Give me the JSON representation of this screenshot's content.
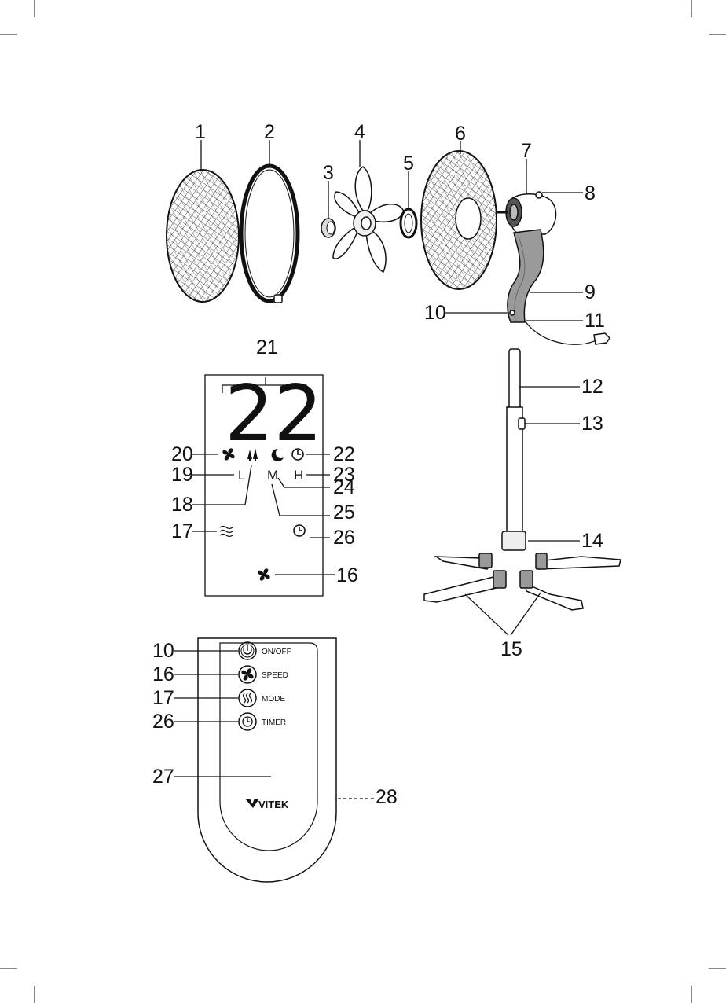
{
  "callouts": {
    "c1": "1",
    "c2": "2",
    "c3": "3",
    "c4": "4",
    "c5": "5",
    "c6": "6",
    "c7": "7",
    "c8": "8",
    "c9": "9",
    "c10": "10",
    "c11": "11",
    "c12": "12",
    "c13": "13",
    "c14": "14",
    "c15": "15",
    "c16": "16",
    "c17": "17",
    "c18": "18",
    "c19": "19",
    "c20": "20",
    "c21": "21",
    "c22": "22",
    "c23": "23",
    "c24": "24",
    "c25": "25",
    "c26": "26",
    "c27": "27",
    "c28": "28",
    "r10": "10",
    "r16": "16",
    "r17": "17",
    "r26": "26"
  },
  "display": {
    "temperature": "22",
    "speed_low": "L",
    "speed_mid": "M",
    "speed_high": "H"
  },
  "remote": {
    "onoff_label": "ON/OFF",
    "speed_label": "SPEED",
    "mode_label": "MODE",
    "timer_label": "TIMER",
    "brand": "VITEK"
  },
  "icons": [
    "fan-icon",
    "tree-icon",
    "moon-icon",
    "clock-icon",
    "wave-icon",
    "power-icon"
  ]
}
